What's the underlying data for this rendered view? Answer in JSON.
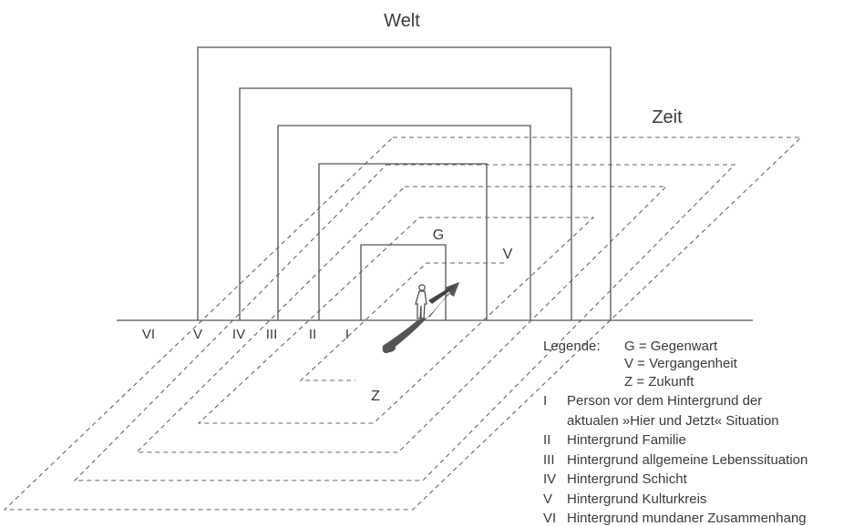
{
  "title": "Welt",
  "time_label": "Zeit",
  "markers": {
    "g": "G",
    "v": "V",
    "z": "Z"
  },
  "levels": [
    "VI",
    "V",
    "IV",
    "III",
    "II",
    "I"
  ],
  "legend": {
    "heading": "Legende:",
    "g_line": "G = Gegenwart",
    "v_line": "V = Vergangenheit",
    "z_line": "Z = Zukunft",
    "items": [
      {
        "num": "I",
        "text": "Person vor dem Hintergrund der"
      },
      {
        "num": "",
        "text": "aktualen »Hier und Jetzt« Situation"
      },
      {
        "num": "II",
        "text": "Hintergrund Familie"
      },
      {
        "num": "III",
        "text": "Hintergrund allgemeine Lebenssituation"
      },
      {
        "num": "IV",
        "text": "Hintergrund Schicht"
      },
      {
        "num": "V",
        "text": "Hintergrund Kulturkreis"
      },
      {
        "num": "VI",
        "text": "Hintergrund mundaner Zusammenhang"
      }
    ]
  }
}
